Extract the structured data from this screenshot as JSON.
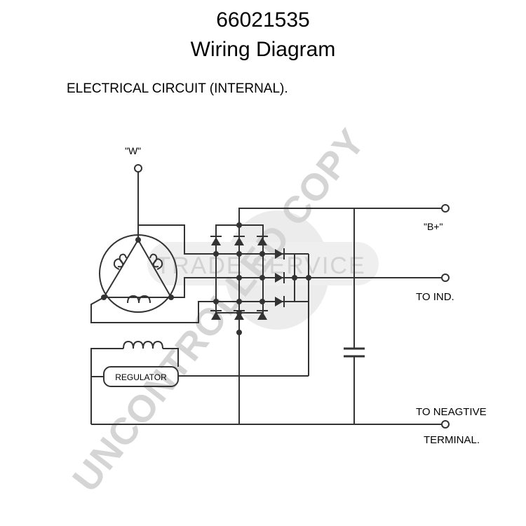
{
  "header": {
    "part_number": "66021535",
    "title": "Wiring Diagram",
    "subtitle": "ELECTRICAL CIRCUIT (INTERNAL)."
  },
  "diagram": {
    "labels": {
      "w_terminal": "\"W\"",
      "b_plus": "\"B+\"",
      "to_ind": "TO IND.",
      "to_negative_1": "TO NEAGTIVE",
      "to_negative_2": "TERMINAL.",
      "regulator": "REGULATOR"
    }
  },
  "watermark": {
    "center": "TRADE SERVICE",
    "diagonal": "UNCONTROLLED COPY"
  },
  "colors": {
    "line": "#333333",
    "watermark": "#cfcfcf"
  }
}
